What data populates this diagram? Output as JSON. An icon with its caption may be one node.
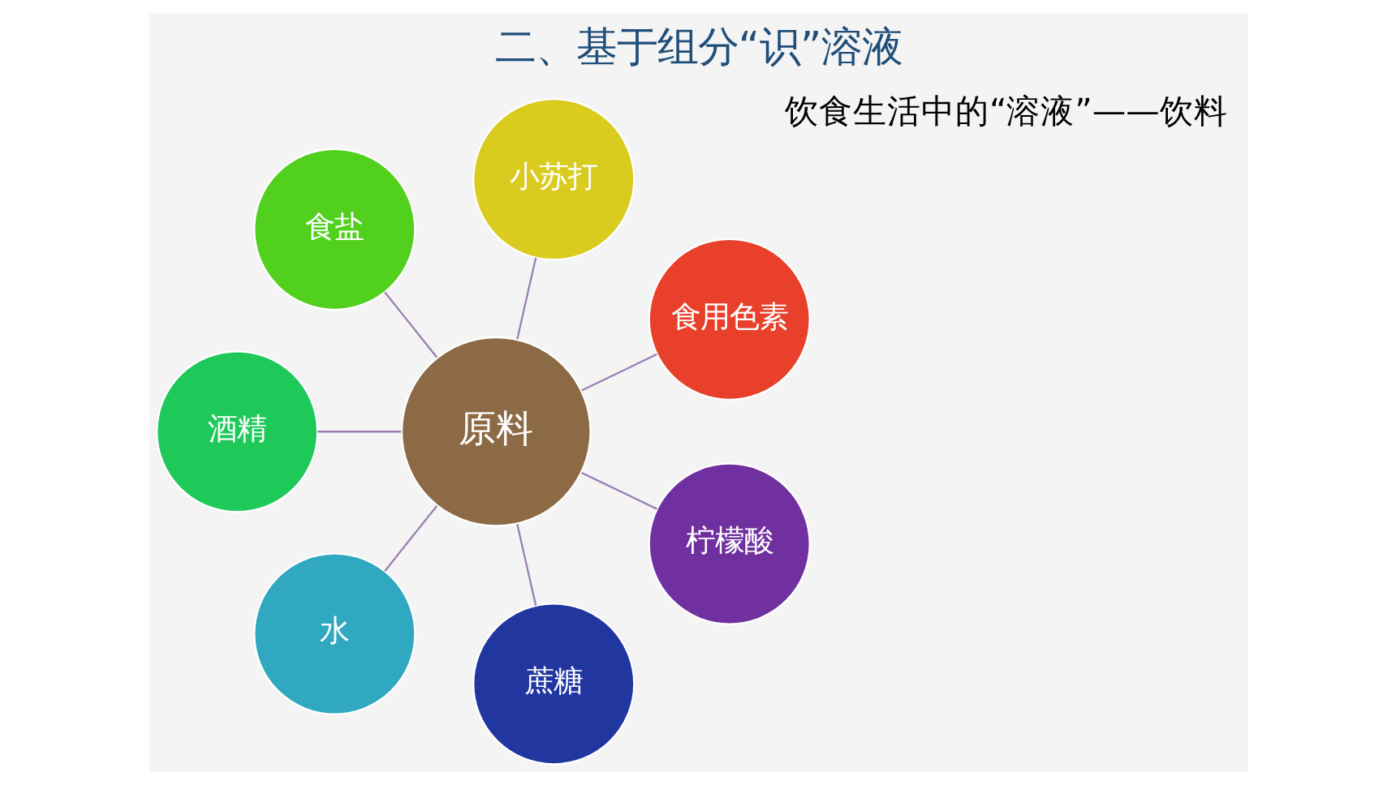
{
  "diagram": {
    "title": "二、基于组分“识”溶液",
    "nodes": [
      {
        "text": [
          "原料"
        ]
      },
      {
        "text": [
          "食用色素"
        ]
      },
      {
        "text": [
          "小苏打"
        ]
      },
      {
        "text": [
          "食盐"
        ]
      },
      {
        "text": [
          "酒精"
        ]
      },
      {
        "text": [
          "水"
        ]
      },
      {
        "text": [
          "蔗糖"
        ]
      },
      {
        "text": [
          "柠檬酸"
        ]
      }
    ],
    "edges": [
      {
        "from": 0,
        "to": 1,
        "arrow": "none"
      },
      {
        "from": 0,
        "to": 2,
        "arrow": "none"
      },
      {
        "from": 0,
        "to": 3,
        "arrow": "none"
      },
      {
        "from": 0,
        "to": 4,
        "arrow": "none"
      },
      {
        "from": 0,
        "to": 5,
        "arrow": "none"
      },
      {
        "from": 0,
        "to": 6,
        "arrow": "none"
      },
      {
        "from": 0,
        "to": 7,
        "arrow": "none"
      }
    ],
    "labels": [
      "饮食生活中的“溶液”——饮料"
    ]
  }
}
